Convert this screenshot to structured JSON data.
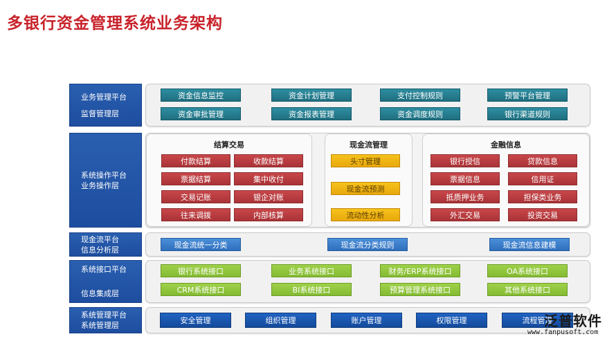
{
  "title": "多银行资金管理系统业务架构",
  "layers": {
    "supervision": {
      "label_lines": [
        "业务管理平台",
        "监督管理层"
      ],
      "items": [
        "资金信息监控",
        "资金计划管理",
        "支付控制规则",
        "预警平台管理",
        "资金审批管理",
        "资金报表管理",
        "资金调度规则",
        "银行渠道规则"
      ]
    },
    "operation": {
      "label_lines": [
        "系统操作平台",
        "业务操作层"
      ],
      "settlement": {
        "title": "结算交易",
        "items": [
          "付款结算",
          "收款结算",
          "票据结算",
          "集中收付",
          "交易记账",
          "银企对账",
          "往来调拨",
          "内部核算"
        ]
      },
      "cashflow": {
        "title": "现金流管理",
        "items": [
          "头寸管理",
          "现金流预测",
          "流动性分析"
        ]
      },
      "finance": {
        "title": "金融信息",
        "items": [
          "银行授信",
          "贷款信息",
          "票据信息",
          "信用证",
          "抵质押业务",
          "担保类业务",
          "外汇交易",
          "投资交易"
        ]
      }
    },
    "analysis": {
      "label_lines": [
        "现金流平台",
        "信息分析层"
      ],
      "items": [
        "现金流统一分类",
        "现金流分类规则",
        "现金流信息建模"
      ]
    },
    "integration": {
      "label_lines": [
        "系统接口平台",
        "信息集成层"
      ],
      "items": [
        "银行系统接口",
        "业务系统接口",
        "财务/ERP系统接口",
        "OA系统接口",
        "CRM系统接口",
        "BI系统接口",
        "预算管理系统接口",
        "其他系统接口"
      ]
    },
    "management": {
      "label_lines": [
        "系统管理平台",
        "系统管理层"
      ],
      "items": [
        "安全管理",
        "组织管理",
        "账户管理",
        "权限管理",
        "流程管理"
      ]
    }
  },
  "watermark": {
    "text": "泛普软件",
    "url": "www.fanpusoft.com"
  }
}
